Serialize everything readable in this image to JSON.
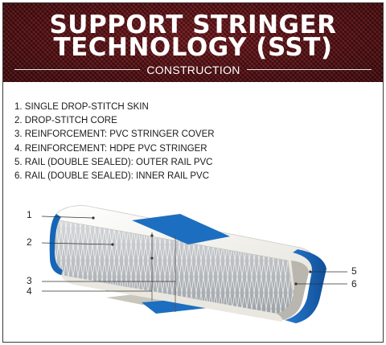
{
  "header": {
    "title_line1": "SUPPORT STRINGER",
    "title_line2": "TECHNOLOGY (SST)",
    "subtitle": "CONSTRUCTION"
  },
  "legend": [
    "1. SINGLE DROP-STITCH SKIN",
    "2. DROP-STITCH CORE",
    "3. REINFORCEMENT: PVC STRINGER COVER",
    "4. REINFORCEMENT: HDPE PVC STRINGER",
    "5. RAIL (DOUBLE SEALED): OUTER RAIL PVC",
    "6. RAIL (DOUBLE SEALED): INNER RAIL PVC"
  ],
  "callouts": {
    "c1": "1",
    "c2": "2",
    "c3": "3",
    "c4": "4",
    "c5": "5",
    "c6": "6"
  },
  "colors": {
    "header_bg": "#5a0f12",
    "rail_blue": "#1565b8",
    "stringer_blue": "#1c6fc0",
    "skin_white": "#f3f2ec"
  }
}
